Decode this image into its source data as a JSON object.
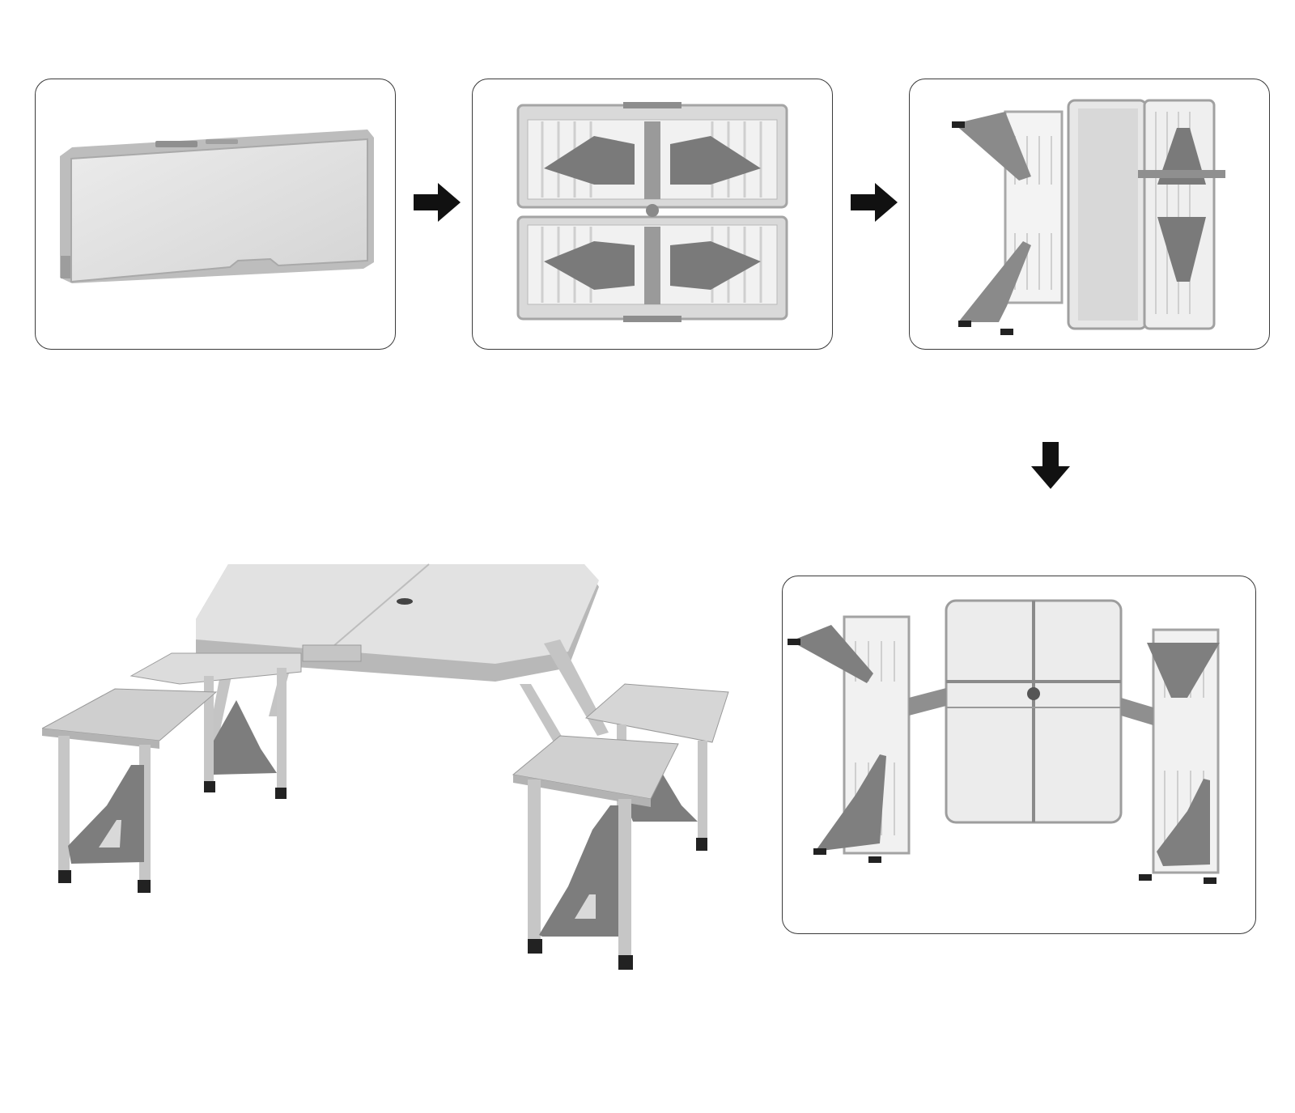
{
  "figure": {
    "steps": [
      {
        "id": "step-1",
        "depicts": "folded-case"
      },
      {
        "id": "step-2",
        "depicts": "opened-case-inside"
      },
      {
        "id": "step-3",
        "depicts": "unfolding-seats"
      },
      {
        "id": "step-4",
        "depicts": "assembled-table"
      },
      {
        "id": "step-5",
        "depicts": "fully-unfolded-top-view"
      }
    ],
    "arrows": [
      {
        "id": "arrow-1",
        "icon": "arrow-right-icon",
        "direction": "right"
      },
      {
        "id": "arrow-2",
        "icon": "arrow-right-icon",
        "direction": "right"
      },
      {
        "id": "arrow-3",
        "icon": "arrow-down-icon",
        "direction": "down"
      }
    ],
    "colors": {
      "panel_border": "#3a3a3a",
      "aluminum_light": "#e6e6e6",
      "aluminum_mid": "#c8c8c8",
      "aluminum_dark": "#9a9a9a",
      "bracket_gray": "#7a7a7a",
      "arrow_black": "#111111"
    }
  }
}
